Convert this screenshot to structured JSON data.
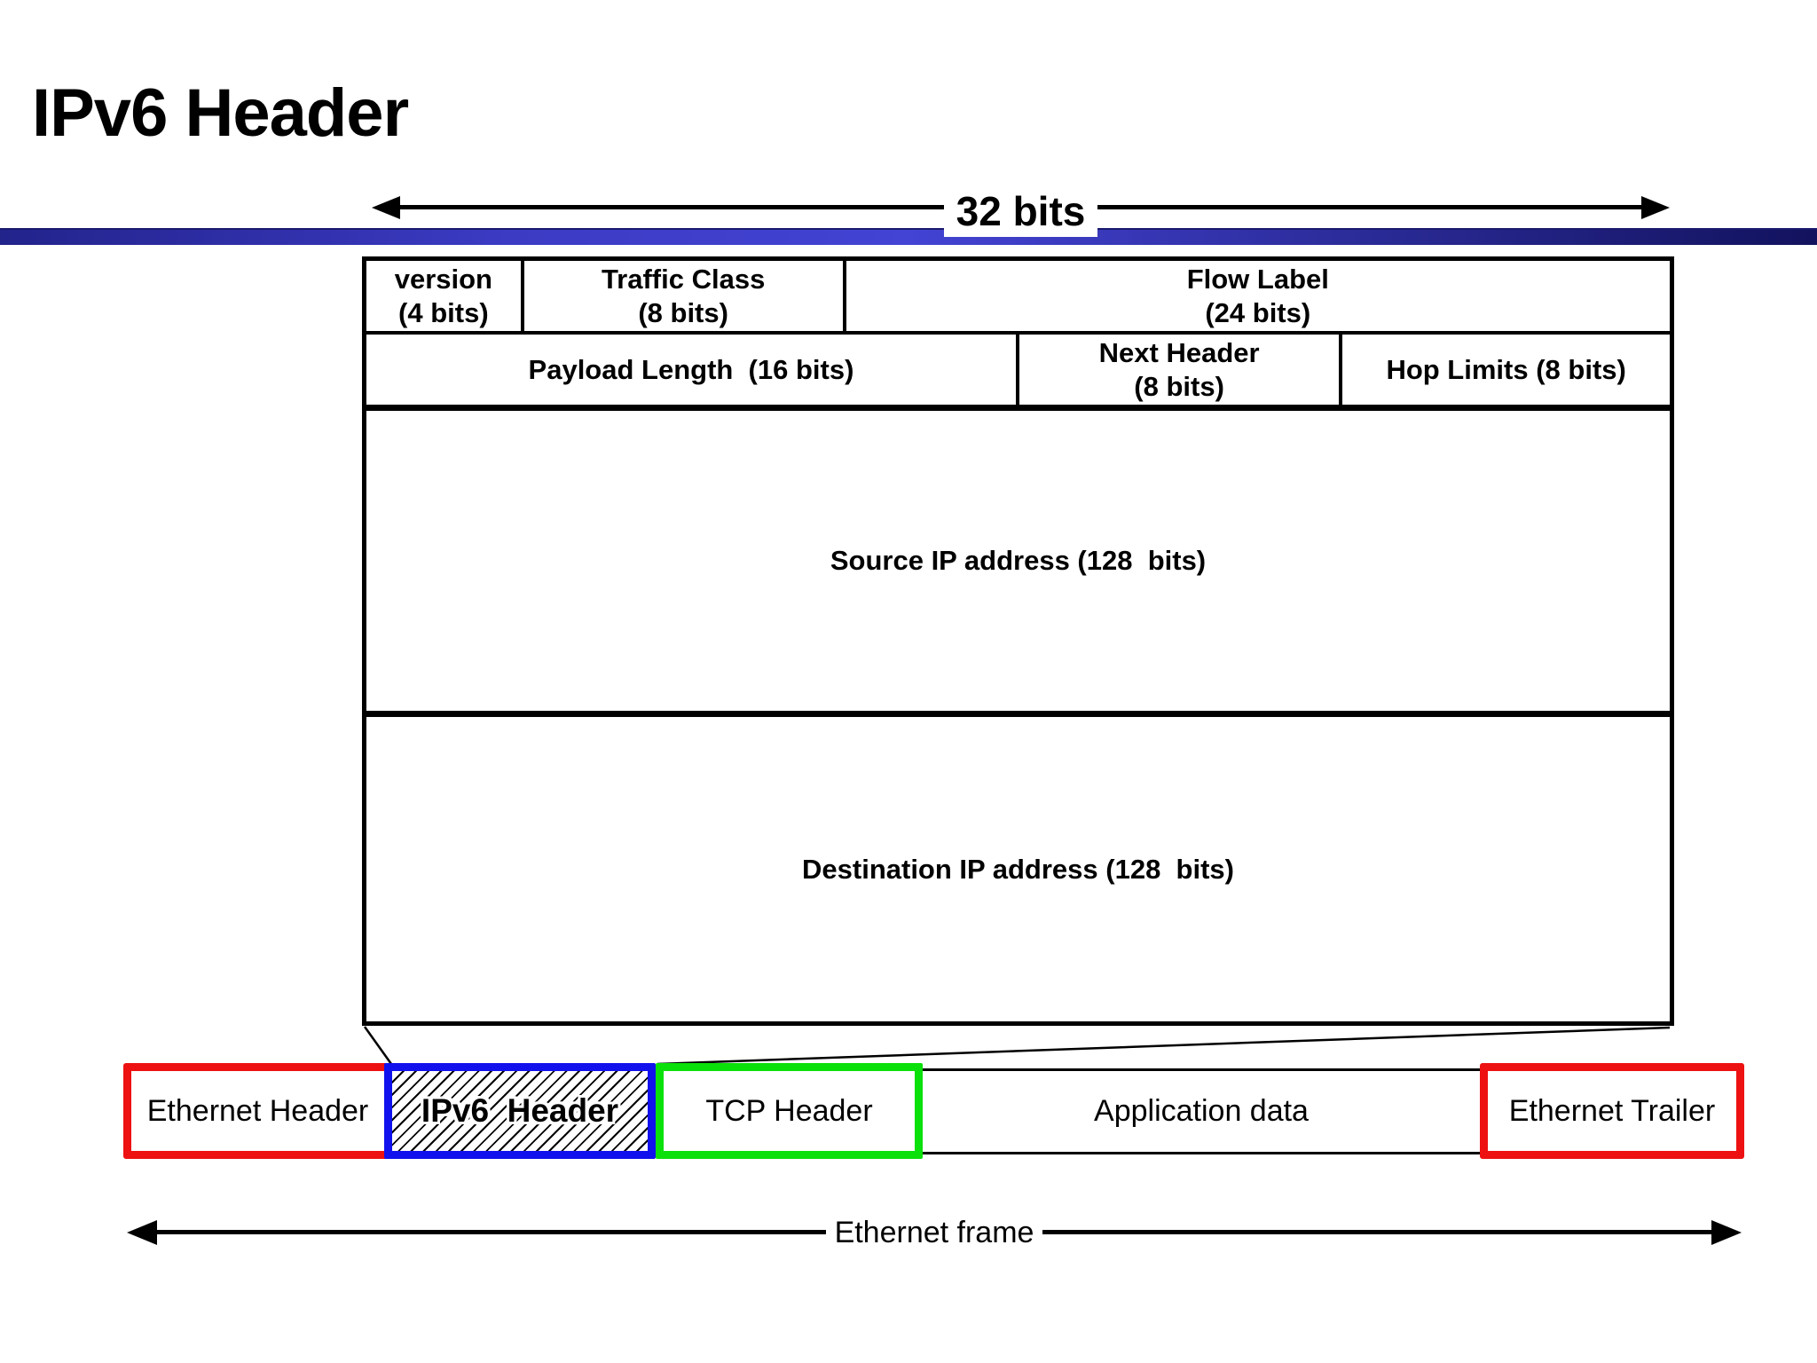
{
  "slide": {
    "title": "IPv6 Header"
  },
  "bits_ruler": {
    "label": "32 bits"
  },
  "ipv6_table": {
    "row1": [
      {
        "title": "version",
        "subtitle": "(4 bits)"
      },
      {
        "title": "Traffic Class",
        "subtitle": "(8 bits)"
      },
      {
        "title": "Flow Label",
        "subtitle": "(24 bits)"
      }
    ],
    "row2": [
      {
        "title": "Payload Length  (16 bits)",
        "subtitle": ""
      },
      {
        "title": "Next Header",
        "subtitle": "(8 bits)"
      },
      {
        "title": "Hop Limits (8 bits)",
        "subtitle": ""
      }
    ],
    "source_field": "Source IP address (128  bits)",
    "destination_field": "Destination IP address (128  bits)"
  },
  "ethernet_frame": {
    "segments": [
      {
        "label": "Ethernet Header",
        "border_color": "#ee1111",
        "fill": "plain"
      },
      {
        "label": "IPv6  Header",
        "border_color": "#1111ee",
        "fill": "hatched"
      },
      {
        "label": "TCP Header",
        "border_color": "#0ae00a",
        "fill": "plain"
      },
      {
        "label": "Application data",
        "border_color": "#000000",
        "fill": "plain"
      },
      {
        "label": "Ethernet Trailer",
        "border_color": "#ee1111",
        "fill": "plain"
      }
    ],
    "ruler_label": "Ethernet frame"
  },
  "colors": {
    "background": "#ffffff",
    "text": "#000000",
    "divider_bar_gradient": [
      "#23238c",
      "#4343d4",
      "#12125e"
    ],
    "frame_red": "#ee1111",
    "frame_blue": "#1111ee",
    "frame_green": "#0ae00a"
  }
}
